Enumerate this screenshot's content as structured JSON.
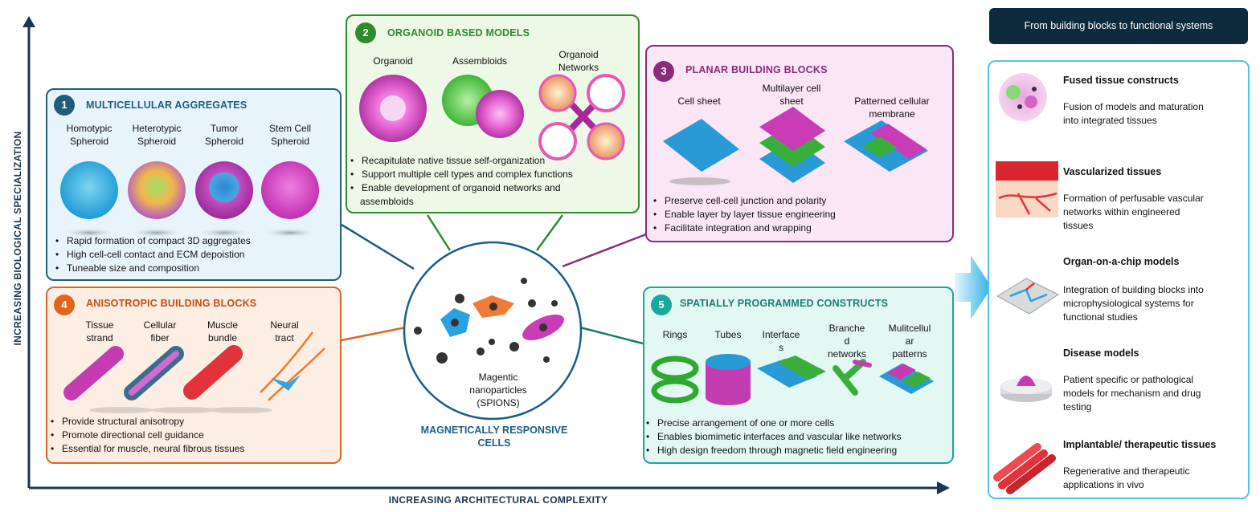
{
  "axes": {
    "y_label": "INCREASING BIOLOGICAL SPECIALIZATION",
    "x_label": "INCREASING ARCHITECTURAL COMPLEXITY"
  },
  "panels": {
    "p1": {
      "number": "1",
      "title": "MULTICELLULAR AGGREGATES",
      "items": [
        {
          "line1": "Homotypic",
          "line2": "Spheroid"
        },
        {
          "line1": "Heterotypic",
          "line2": "Spheroid"
        },
        {
          "line1": "Tumor",
          "line2": "Spheroid"
        },
        {
          "line1": "Stem Cell",
          "line2": "Spheroid"
        }
      ],
      "bullets": [
        "Rapid formation of compact 3D aggregates",
        "High cell-cell contact and ECM depoistion",
        "Tuneable size and composition"
      ]
    },
    "p2": {
      "number": "2",
      "title": "ORGANOID BASED MODELS",
      "items": [
        {
          "line1": "Organoid",
          "line2": ""
        },
        {
          "line1": "Assembloids",
          "line2": ""
        },
        {
          "line1": "Organoid",
          "line2": "Networks"
        }
      ],
      "bullets": [
        "Recapitulate native tissue self-organization",
        "Support multiple cell types and complex functions",
        "Enable development of organoid networks and",
        "assembloids"
      ]
    },
    "p3": {
      "number": "3",
      "title": "PLANAR BUILDING BLOCKS",
      "items": [
        {
          "line1": "Cell sheet",
          "line2": ""
        },
        {
          "line1": "Multilayer cell",
          "line2": "sheet"
        },
        {
          "line1": "Patterned cellular",
          "line2": "membrane"
        }
      ],
      "bullets": [
        "Preserve cell-cell junction and polarity",
        "Enable layer by layer tissue engineering",
        "Facilitate integration and wrapping"
      ]
    },
    "p4": {
      "number": "4",
      "title": "ANISOTROPIC BUILDING BLOCKS",
      "items": [
        {
          "line1": "Tissue",
          "line2": "strand"
        },
        {
          "line1": "Cellular",
          "line2": "fiber"
        },
        {
          "line1": "Muscle",
          "line2": "bundle"
        },
        {
          "line1": "Neural",
          "line2": "tract"
        }
      ],
      "bullets": [
        "Provide structural anisotropy",
        "Promote directional cell guidance",
        "Essential for muscle, neural fibrous tissues"
      ]
    },
    "p5": {
      "number": "5",
      "title": "SPATIALLY PROGRAMMED CONSTRUCTS",
      "items": [
        {
          "line1": "Rings",
          "line2": "",
          "line3": ""
        },
        {
          "line1": "Tubes",
          "line2": "",
          "line3": ""
        },
        {
          "line1": "Interface",
          "line2": "s",
          "line3": ""
        },
        {
          "line1": "Branche",
          "line2": "d",
          "line3": "networks"
        },
        {
          "line1": "Mulitcellul",
          "line2": "ar",
          "line3": "patterns"
        }
      ],
      "bullets": [
        "Precise arrangement of one or more cells",
        "Enables biomimetic interfaces and vascular like networks",
        "High design freedom through magnetic field engineering"
      ]
    }
  },
  "center": {
    "particle_label_1": "Magentic",
    "particle_label_2": "nanoparticles",
    "particle_label_3": "(SPIONS)",
    "caption_1": "MAGNETICALLY RESPONSIVE",
    "caption_2": "CELLS"
  },
  "side": {
    "header": "From building blocks to functional systems",
    "items": [
      {
        "title": "Fused tissue constructs",
        "desc": [
          "Fusion of models and maturation",
          "into integrated tissues"
        ]
      },
      {
        "title": "Vascularized tissues",
        "desc": [
          "Formation of perfusable vascular",
          "networks within engineered",
          "tissues"
        ]
      },
      {
        "title": "Organ-on-a-chip models",
        "desc": [
          "Integration of building blocks into",
          "microphysiological systems for",
          "functional studies"
        ]
      },
      {
        "title": "Disease models",
        "desc": [
          "Patient specific or pathological",
          "models for  mechanism and drug",
          "testing"
        ]
      },
      {
        "title": "Implantable/ therapeutic tissues",
        "desc": [
          "Regenerative and therapeutic",
          "applications in vivo"
        ]
      }
    ]
  },
  "colors": {
    "axis": "#1c3550",
    "p1": "#1f5d7a",
    "p1_bg": "#e8f4fb",
    "p2": "#2e8b2e",
    "p2_bg": "#eef8e6",
    "p3": "#8a2c7a",
    "p3_bg": "#fbe6f6",
    "p4": "#e0651f",
    "p4_bg": "#fdeee3",
    "p5": "#1aa89a",
    "p5_bg": "#e3f7f3",
    "side_header": "#0e2a3d",
    "side_border": "#4fc3e8"
  }
}
